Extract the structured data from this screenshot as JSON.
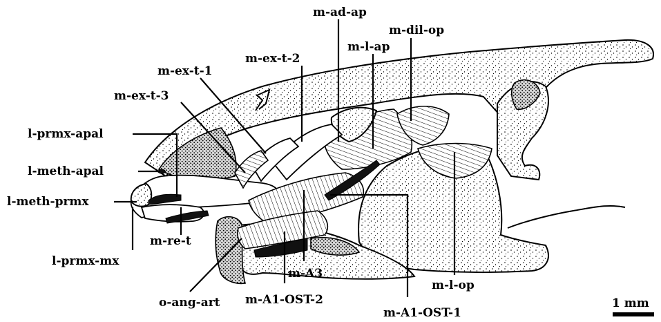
{
  "labels": {
    "m_ad_ap": "m-ad-ap",
    "m_dil_op": "m-dil-op",
    "m_l_ap": "m-l-ap",
    "m_ex_t_2": "m-ex-t-2",
    "m_ex_t_1": "m-ex-t-1",
    "m_ex_t_3": "m-ex-t-3",
    "l_prmx_apal": "l-prmx-apal",
    "l_meth_apal": "l-meth-apal",
    "l_meth_prmx": "l-meth-prmx",
    "m_re_t": "m-re-t",
    "l_prmx_mx": "l-prmx-mx",
    "o_ang_art": "o-ang-art",
    "m_A3": "m-A3",
    "m_A1_OST_2": "m-A1-OST-2",
    "m_A1_OST_1": "m-A1-OST-1",
    "m_l_op": "m-l-op"
  },
  "scale_bar": {
    "label": "1 mm"
  }
}
